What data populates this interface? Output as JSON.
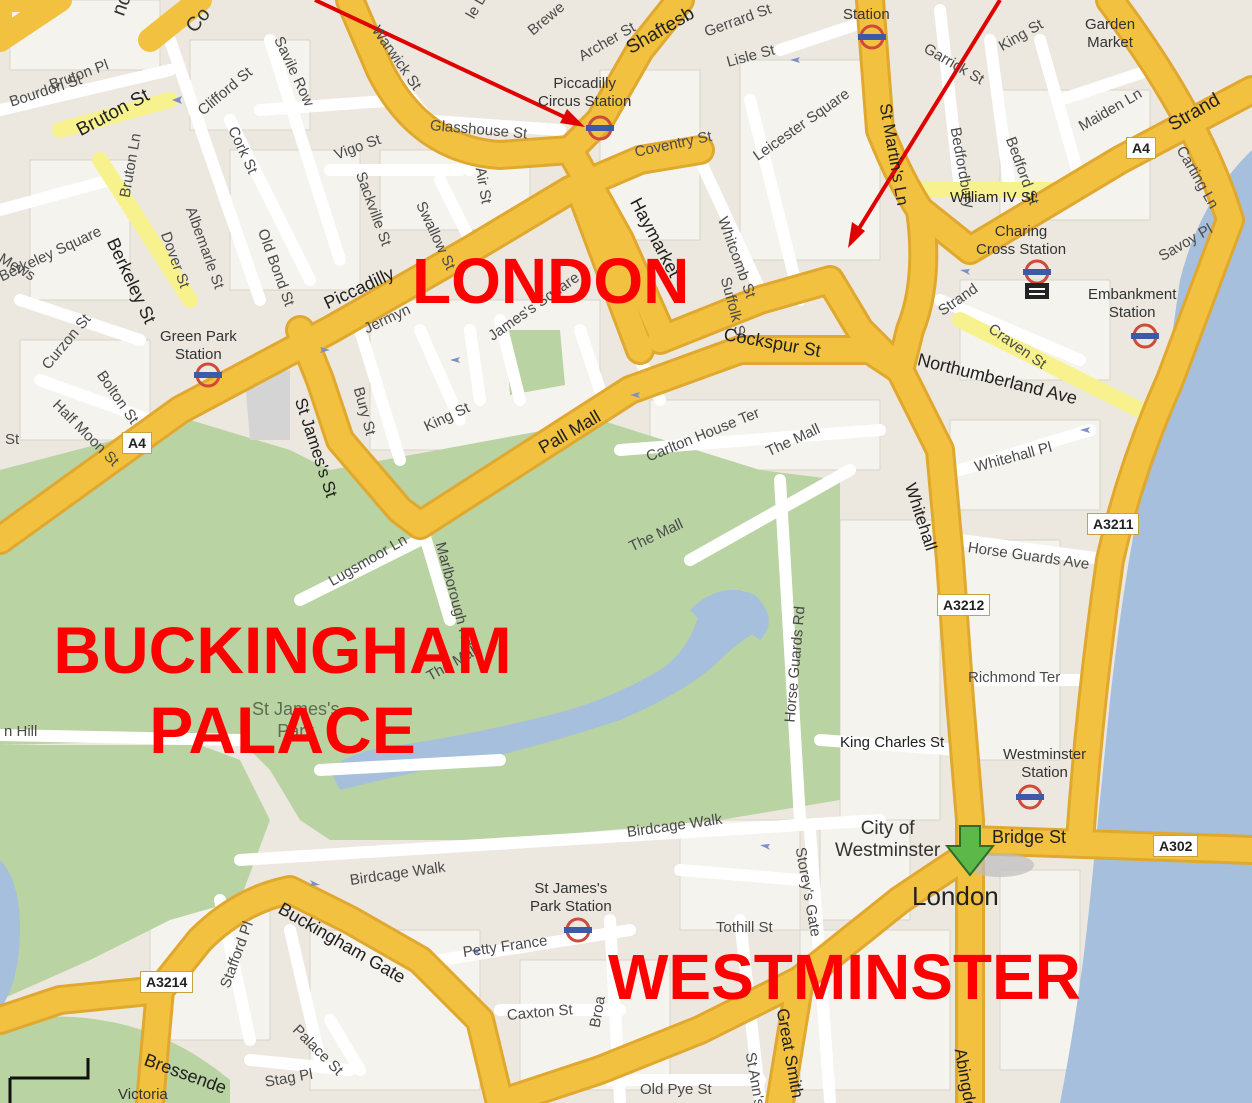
{
  "annotations": {
    "london": "LONDON",
    "buckingham_line1": "BUCKINGHAM",
    "buckingham_line2": "PALACE",
    "westminster": "WESTMINSTER"
  },
  "map": {
    "marker_label": "London",
    "city_of_westminster": [
      "City of",
      "Westminster"
    ],
    "park_label": [
      "St James's",
      "Park"
    ]
  },
  "stations": {
    "piccadilly": [
      "Piccadilly",
      "Circus Station"
    ],
    "green_park": [
      "Green Park",
      "Station"
    ],
    "charing_cross": [
      "Charing",
      "Cross Station"
    ],
    "embankment": [
      "Embankment",
      "Station"
    ],
    "westminster": [
      "Westminster",
      "Station"
    ],
    "st_james_park": [
      "St James's",
      "Park Station"
    ],
    "top_station": "Station",
    "garden_market": [
      "Garden",
      "Market"
    ],
    "victoria": "Victoria"
  },
  "roads": {
    "a4_left": "A4",
    "a4_right": "A4",
    "a3211": "A3211",
    "a3212": "A3212",
    "a302": "A302",
    "a3214": "A3214"
  },
  "streets": {
    "bruton_st": "Bruton St",
    "bruton_pl": "Bruton Pl",
    "bourdon_st": "Bourdon St",
    "bruton_ln": "Bruton Ln",
    "berkeley_square": "Berkeley Square",
    "berkeley_st": "Berkeley St",
    "clifford_st": "Clifford St",
    "cork_st": "Cork St",
    "savile_row": "Savile Row",
    "albemarle_st": "Albemarle St",
    "dover_st": "Dover St",
    "old_bond_st": "Old Bond St",
    "vigo_st": "Vigo St",
    "sackville_st": "Sackville St",
    "swallow_st": "Swallow St",
    "glasshouse_st": "Glasshouse St",
    "air_st": "Air St",
    "warwick_st": "Warwick St",
    "archer_st": "Archer St",
    "brewer": "Brewe",
    "gerrard_st": "Gerrard St",
    "lisle_st": "Lisle St",
    "shaftesbury": "Shaftesb",
    "coventry_st": "Coventry St",
    "haymarket": "Haymarket",
    "whitcomb_st": "Whitcomb St",
    "leicester_sq": "Leicester Square",
    "suffolk_st": "Suffolk St",
    "garrick_st": "Garrick St",
    "king_st_top": "King St",
    "st_martins_ln": "St Martin's Ln",
    "bedfordbury": "Bedfordbury",
    "bedford_st": "Bedford St",
    "maiden_ln": "Maiden Ln",
    "strand_top": "Strand",
    "carting_ln": "Carting Ln",
    "savoy_pl": "Savoy Pl",
    "william_iv_st": "William IV St",
    "strand_mid": "Strand",
    "craven_st": "Craven St",
    "northumberland_ave": "Northumberland Ave",
    "piccadilly": "Piccadilly",
    "jermyn": "Jermyn",
    "james_square": "James's Square",
    "cockspur_st": "Cockspur St",
    "curzon_st": "Curzon St",
    "bolton_st": "Bolton St",
    "half_moon_st": "Half Moon St",
    "st_james_st": "St James's St",
    "bury_st": "Bury St",
    "king_st": "King St",
    "pall_mall": "Pall Mall",
    "carlton_house_ter": "Carlton House Ter",
    "the_mall_1": "The Mall",
    "the_mall_2": "The Mall",
    "the_mall_3": "The Mall",
    "whitehall": "Whitehall",
    "whitehall_pl": "Whitehall Pl",
    "horse_guards_ave": "Horse Guards Ave",
    "horse_guards_rd": "Horse Guards Rd",
    "lugsmoor_ln": "Lugsmoor Ln",
    "marlborough_rd": "Marlborough Rd",
    "richmond_ter": "Richmond Ter",
    "king_charles_st": "King Charles St",
    "bridge_st": "Bridge St",
    "birdcage_walk_1": "Birdcage Walk",
    "birdcage_walk_2": "Birdcage Walk",
    "storeys_gate": "Storey's Gate",
    "buckingham_gate": "Buckingham Gate",
    "petty_france": "Petty France",
    "tothill_st": "Tothill St",
    "caxton_st": "Caxton St",
    "broadway": "Broa",
    "great_smith": "Great Smith",
    "st_anns": "St Ann's",
    "old_pye_st": "Old Pye St",
    "stafford_pl": "Stafford Pl",
    "palace_st": "Palace St",
    "stag_pl": "Stag Pl",
    "bressenden": "Bressende",
    "abingdon": "Abingdon St",
    "hill_left": "n Hill",
    "st_left": "St",
    "top_left_st1": "nd St",
    "top_left_st2": "Co",
    "mews": "Mews",
    "le_ln": "le Ln"
  },
  "colors": {
    "land": "#ece8df",
    "block": "#f4f2ec",
    "park": "#b9d3a3",
    "water": "#a5bfdd",
    "major_road": "#f2c13f",
    "yellow_road": "#f7f28e",
    "annotation_red": "#ff0000",
    "marker_green": "#5db84a"
  }
}
